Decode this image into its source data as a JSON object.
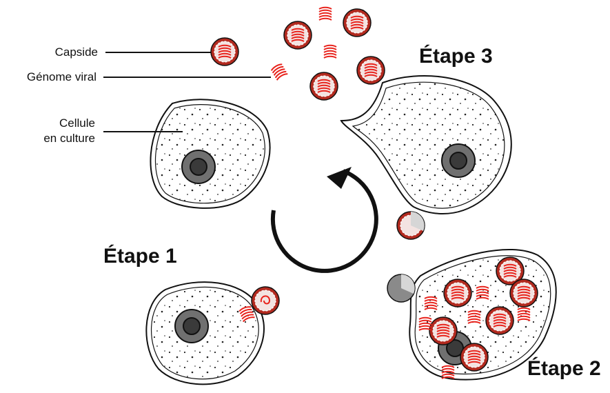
{
  "labels": {
    "capside": "Capside",
    "genome": "Génome viral",
    "cellule_line1": "Cellule",
    "cellule_line2": "en culture"
  },
  "steps": {
    "step1": "Étape 1",
    "step2": "Étape 2",
    "step3": "Étape 3"
  },
  "colors": {
    "capsid_fill": "#c0392b",
    "capsid_inner": "#f3e3e1",
    "genome": "#e8221b",
    "nucleus_outer": "#707070",
    "nucleus_inner": "#3a3a3a",
    "outline": "#111111",
    "pore": "#d6d6d6"
  }
}
